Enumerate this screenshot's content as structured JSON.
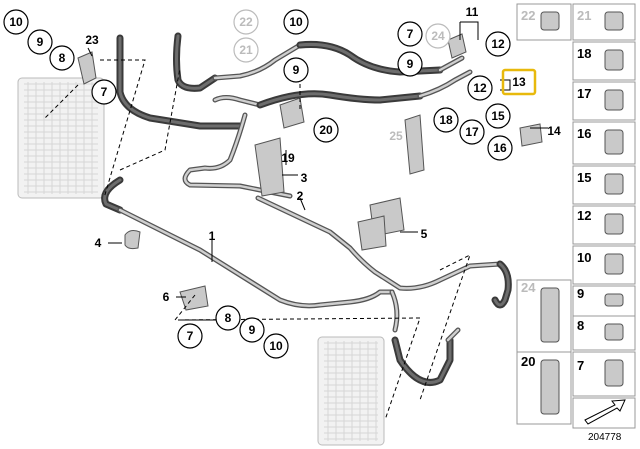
{
  "diagram": {
    "callouts": [
      {
        "id": "c10a",
        "label": "10",
        "style": "normal"
      },
      {
        "id": "c9a",
        "label": "9",
        "style": "normal"
      },
      {
        "id": "c8a",
        "label": "8",
        "style": "normal"
      },
      {
        "id": "c23",
        "label": "23",
        "style": "plain"
      },
      {
        "id": "c7a",
        "label": "7",
        "style": "normal"
      },
      {
        "id": "c22",
        "label": "22",
        "style": "grey"
      },
      {
        "id": "c21",
        "label": "21",
        "style": "grey"
      },
      {
        "id": "c10b",
        "label": "10",
        "style": "normal"
      },
      {
        "id": "c9b",
        "label": "9",
        "style": "normal"
      },
      {
        "id": "c7b",
        "label": "7",
        "style": "normal"
      },
      {
        "id": "c24",
        "label": "24",
        "style": "grey"
      },
      {
        "id": "c11",
        "label": "11",
        "style": "plain"
      },
      {
        "id": "c12a",
        "label": "12",
        "style": "normal"
      },
      {
        "id": "c9c",
        "label": "9",
        "style": "normal"
      },
      {
        "id": "c12b",
        "label": "12",
        "style": "normal"
      },
      {
        "id": "c13",
        "label": "13",
        "style": "highlight"
      },
      {
        "id": "c20",
        "label": "20",
        "style": "normal"
      },
      {
        "id": "c25",
        "label": "25",
        "style": "greyplain"
      },
      {
        "id": "c18",
        "label": "18",
        "style": "normal"
      },
      {
        "id": "c17",
        "label": "17",
        "style": "normal"
      },
      {
        "id": "c15",
        "label": "15",
        "style": "normal"
      },
      {
        "id": "c14",
        "label": "14",
        "style": "plain"
      },
      {
        "id": "c16",
        "label": "16",
        "style": "normal"
      },
      {
        "id": "c19",
        "label": "19",
        "style": "plain"
      },
      {
        "id": "c3",
        "label": "3",
        "style": "plain"
      },
      {
        "id": "c2",
        "label": "2",
        "style": "plain"
      },
      {
        "id": "c5",
        "label": "5",
        "style": "plain"
      },
      {
        "id": "c1",
        "label": "1",
        "style": "plain"
      },
      {
        "id": "c4",
        "label": "4",
        "style": "plain"
      },
      {
        "id": "c6",
        "label": "6",
        "style": "plain"
      },
      {
        "id": "c7c",
        "label": "7",
        "style": "normal"
      },
      {
        "id": "c8b",
        "label": "8",
        "style": "normal"
      },
      {
        "id": "c9d",
        "label": "9",
        "style": "normal"
      },
      {
        "id": "c10c",
        "label": "10",
        "style": "normal"
      }
    ],
    "parts_list": [
      {
        "label": "22",
        "grey": true
      },
      {
        "label": "21",
        "grey": true
      },
      {
        "label": "18",
        "grey": false
      },
      {
        "label": "17",
        "grey": false
      },
      {
        "label": "16",
        "grey": false
      },
      {
        "label": "15",
        "grey": false
      },
      {
        "label": "12",
        "grey": false
      },
      {
        "label": "10",
        "grey": false
      },
      {
        "label": "9",
        "grey": false
      },
      {
        "label": "8",
        "grey": false
      },
      {
        "label": "24",
        "grey": true
      },
      {
        "label": "7",
        "grey": false
      },
      {
        "label": "20",
        "grey": false
      }
    ],
    "reference_number": "204778"
  }
}
